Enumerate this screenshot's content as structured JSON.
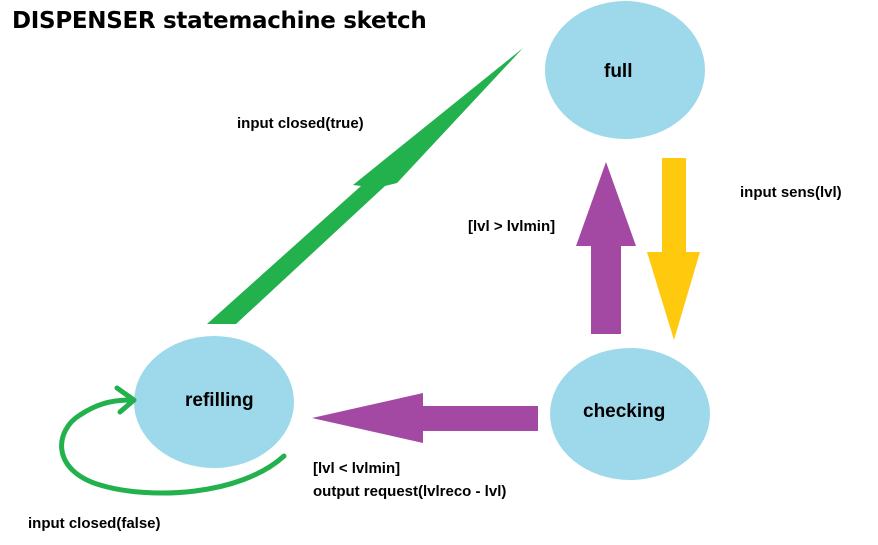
{
  "title": "DISPENSER statemachine sketch",
  "states": {
    "full": "full",
    "checking": "checking",
    "refilling": "refilling"
  },
  "transitions": {
    "full_to_checking": "input sens(lvl)",
    "checking_to_full": "[lvl > lvlmin]",
    "checking_to_refilling_guard": "[lvl < lvlmin]",
    "checking_to_refilling_action": "output request(lvlreco - lvl)",
    "refilling_to_full": "input closed(true)",
    "refilling_self": "input closed(false)"
  },
  "colors": {
    "state_fill": "#9dd9ea",
    "green_arrow": "#22b14c",
    "purple_arrow": "#a349a4",
    "yellow_arrow": "#ffc90e",
    "text": "#000000",
    "background": "#ffffff"
  }
}
